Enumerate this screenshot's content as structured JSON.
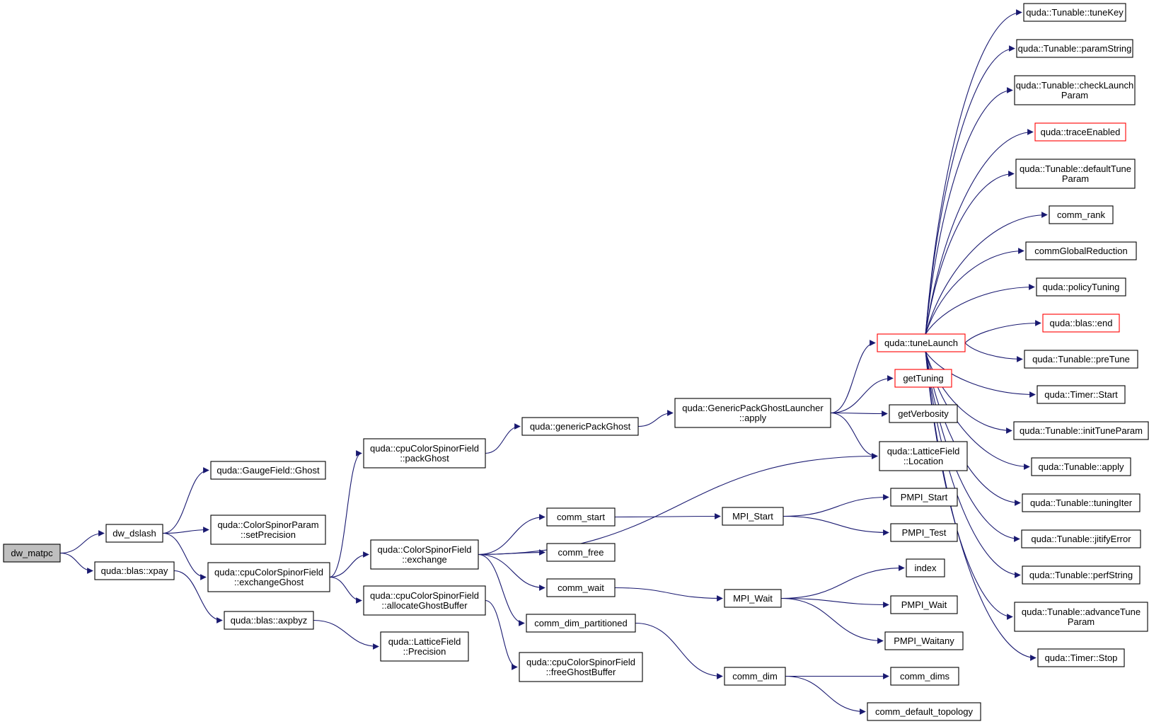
{
  "colors": {
    "edge": "#191970",
    "node_fill": "#ffffff",
    "node_border": "#000000",
    "node_border_truncated": "#ff0000",
    "root_fill": "#bfbfbf"
  },
  "nodes": [
    {
      "id": "dw_matpc",
      "label": [
        "dw_matpc"
      ],
      "style": "root"
    },
    {
      "id": "dw_dslash",
      "label": [
        "dw_dslash"
      ],
      "style": "normal"
    },
    {
      "id": "blas_xpay",
      "label": [
        "quda::blas::xpay"
      ],
      "style": "normal"
    },
    {
      "id": "gaugefield_ghost",
      "label": [
        "quda::GaugeField::Ghost"
      ],
      "style": "normal"
    },
    {
      "id": "colorspinorparam_setprecision",
      "label": [
        "quda::ColorSpinorParam",
        "::setPrecision"
      ],
      "style": "normal"
    },
    {
      "id": "cpu_exchangeghost",
      "label": [
        "quda::cpuColorSpinorField",
        "::exchangeGhost"
      ],
      "style": "normal"
    },
    {
      "id": "blas_axpbyz",
      "label": [
        "quda::blas::axpbyz"
      ],
      "style": "normal"
    },
    {
      "id": "cpu_packghost",
      "label": [
        "quda::cpuColorSpinorField",
        "::packGhost"
      ],
      "style": "normal"
    },
    {
      "id": "csf_exchange",
      "label": [
        "quda::ColorSpinorField",
        "::exchange"
      ],
      "style": "normal"
    },
    {
      "id": "cpu_allocateghostbuffer",
      "label": [
        "quda::cpuColorSpinorField",
        "::allocateGhostBuffer"
      ],
      "style": "normal"
    },
    {
      "id": "latticefield_precision",
      "label": [
        "quda::LatticeField",
        "::Precision"
      ],
      "style": "normal"
    },
    {
      "id": "genericpackghost",
      "label": [
        "quda::genericPackGhost"
      ],
      "style": "normal"
    },
    {
      "id": "comm_start",
      "label": [
        "comm_start"
      ],
      "style": "normal"
    },
    {
      "id": "comm_free",
      "label": [
        "comm_free"
      ],
      "style": "normal"
    },
    {
      "id": "comm_wait",
      "label": [
        "comm_wait"
      ],
      "style": "normal"
    },
    {
      "id": "comm_dim_partitioned",
      "label": [
        "comm_dim_partitioned"
      ],
      "style": "normal"
    },
    {
      "id": "cpu_freeghostbuffer",
      "label": [
        "quda::cpuColorSpinorField",
        "::freeGhostBuffer"
      ],
      "style": "normal"
    },
    {
      "id": "gpgl_apply",
      "label": [
        "quda::GenericPackGhostLauncher",
        "::apply"
      ],
      "style": "normal"
    },
    {
      "id": "mpi_start",
      "label": [
        "MPI_Start"
      ],
      "style": "normal"
    },
    {
      "id": "mpi_wait",
      "label": [
        "MPI_Wait"
      ],
      "style": "normal"
    },
    {
      "id": "comm_dim",
      "label": [
        "comm_dim"
      ],
      "style": "normal"
    },
    {
      "id": "tunelaunch",
      "label": [
        "quda::tuneLaunch"
      ],
      "style": "truncated"
    },
    {
      "id": "gettuning",
      "label": [
        "getTuning"
      ],
      "style": "truncated"
    },
    {
      "id": "getverbosity",
      "label": [
        "getVerbosity"
      ],
      "style": "normal"
    },
    {
      "id": "latticefield_location",
      "label": [
        "quda::LatticeField",
        "::Location"
      ],
      "style": "normal"
    },
    {
      "id": "pmpi_start",
      "label": [
        "PMPI_Start"
      ],
      "style": "normal"
    },
    {
      "id": "pmpi_test",
      "label": [
        "PMPI_Test"
      ],
      "style": "normal"
    },
    {
      "id": "index",
      "label": [
        "index"
      ],
      "style": "normal"
    },
    {
      "id": "pmpi_wait",
      "label": [
        "PMPI_Wait"
      ],
      "style": "normal"
    },
    {
      "id": "pmpi_waitany",
      "label": [
        "PMPI_Waitany"
      ],
      "style": "normal"
    },
    {
      "id": "comm_dims",
      "label": [
        "comm_dims"
      ],
      "style": "normal"
    },
    {
      "id": "comm_default_topology",
      "label": [
        "comm_default_topology"
      ],
      "style": "normal"
    },
    {
      "id": "tunable_tunekey",
      "label": [
        "quda::Tunable::tuneKey"
      ],
      "style": "normal"
    },
    {
      "id": "tunable_paramstring",
      "label": [
        "quda::Tunable::paramString"
      ],
      "style": "normal"
    },
    {
      "id": "tunable_checklaunchparam",
      "label": [
        "quda::Tunable::checkLaunch",
        "Param"
      ],
      "style": "normal"
    },
    {
      "id": "traceenabled",
      "label": [
        "quda::traceEnabled"
      ],
      "style": "truncated"
    },
    {
      "id": "tunable_defaulttuneparam",
      "label": [
        "quda::Tunable::defaultTune",
        "Param"
      ],
      "style": "normal"
    },
    {
      "id": "comm_rank",
      "label": [
        "comm_rank"
      ],
      "style": "normal"
    },
    {
      "id": "commglobalreduction",
      "label": [
        "commGlobalReduction"
      ],
      "style": "normal"
    },
    {
      "id": "policytuning",
      "label": [
        "quda::policyTuning"
      ],
      "style": "normal"
    },
    {
      "id": "blas_end",
      "label": [
        "quda::blas::end"
      ],
      "style": "truncated"
    },
    {
      "id": "tunable_pretune",
      "label": [
        "quda::Tunable::preTune"
      ],
      "style": "normal"
    },
    {
      "id": "timer_start",
      "label": [
        "quda::Timer::Start"
      ],
      "style": "normal"
    },
    {
      "id": "tunable_inittuneparam",
      "label": [
        "quda::Tunable::initTuneParam"
      ],
      "style": "normal"
    },
    {
      "id": "tunable_apply",
      "label": [
        "quda::Tunable::apply"
      ],
      "style": "normal"
    },
    {
      "id": "tunable_tuningiter",
      "label": [
        "quda::Tunable::tuningIter"
      ],
      "style": "normal"
    },
    {
      "id": "tunable_jitifyerror",
      "label": [
        "quda::Tunable::jitifyError"
      ],
      "style": "normal"
    },
    {
      "id": "tunable_perfstring",
      "label": [
        "quda::Tunable::perfString"
      ],
      "style": "normal"
    },
    {
      "id": "tunable_advancetuneparam",
      "label": [
        "quda::Tunable::advanceTune",
        "Param"
      ],
      "style": "normal"
    },
    {
      "id": "timer_stop",
      "label": [
        "quda::Timer::Stop"
      ],
      "style": "normal"
    }
  ],
  "edges": [
    [
      "dw_matpc",
      "dw_dslash"
    ],
    [
      "dw_matpc",
      "blas_xpay"
    ],
    [
      "dw_dslash",
      "gaugefield_ghost"
    ],
    [
      "dw_dslash",
      "colorspinorparam_setprecision"
    ],
    [
      "dw_dslash",
      "cpu_exchangeghost"
    ],
    [
      "blas_xpay",
      "blas_axpbyz"
    ],
    [
      "blas_axpbyz",
      "latticefield_precision"
    ],
    [
      "cpu_exchangeghost",
      "cpu_packghost"
    ],
    [
      "cpu_exchangeghost",
      "csf_exchange"
    ],
    [
      "cpu_exchangeghost",
      "cpu_allocateghostbuffer"
    ],
    [
      "cpu_packghost",
      "genericpackghost"
    ],
    [
      "genericpackghost",
      "gpgl_apply"
    ],
    [
      "gpgl_apply",
      "tunelaunch"
    ],
    [
      "gpgl_apply",
      "gettuning"
    ],
    [
      "gpgl_apply",
      "getverbosity"
    ],
    [
      "gpgl_apply",
      "latticefield_location"
    ],
    [
      "csf_exchange",
      "latticefield_location"
    ],
    [
      "csf_exchange",
      "comm_start"
    ],
    [
      "csf_exchange",
      "comm_free"
    ],
    [
      "csf_exchange",
      "comm_wait"
    ],
    [
      "csf_exchange",
      "comm_dim_partitioned"
    ],
    [
      "cpu_allocateghostbuffer",
      "cpu_freeghostbuffer"
    ],
    [
      "comm_start",
      "mpi_start"
    ],
    [
      "mpi_start",
      "pmpi_start"
    ],
    [
      "mpi_start",
      "pmpi_test"
    ],
    [
      "comm_wait",
      "mpi_wait"
    ],
    [
      "mpi_wait",
      "index"
    ],
    [
      "mpi_wait",
      "pmpi_wait"
    ],
    [
      "mpi_wait",
      "pmpi_waitany"
    ],
    [
      "comm_dim_partitioned",
      "comm_dim"
    ],
    [
      "comm_dim",
      "comm_dims"
    ],
    [
      "comm_dim",
      "comm_default_topology"
    ],
    [
      "tunelaunch",
      "tunable_tunekey"
    ],
    [
      "tunelaunch",
      "tunable_paramstring"
    ],
    [
      "tunelaunch",
      "tunable_checklaunchparam"
    ],
    [
      "tunelaunch",
      "traceenabled"
    ],
    [
      "tunelaunch",
      "tunable_defaulttuneparam"
    ],
    [
      "tunelaunch",
      "comm_rank"
    ],
    [
      "tunelaunch",
      "commglobalreduction"
    ],
    [
      "tunelaunch",
      "policytuning"
    ],
    [
      "tunelaunch",
      "blas_end"
    ],
    [
      "tunelaunch",
      "tunable_pretune"
    ],
    [
      "tunelaunch",
      "timer_start"
    ],
    [
      "tunelaunch",
      "tunable_inittuneparam"
    ],
    [
      "tunelaunch",
      "tunable_apply"
    ],
    [
      "tunelaunch",
      "tunable_tuningiter"
    ],
    [
      "tunelaunch",
      "tunable_jitifyerror"
    ],
    [
      "tunelaunch",
      "tunable_perfstring"
    ],
    [
      "tunelaunch",
      "tunable_advancetuneparam"
    ],
    [
      "tunelaunch",
      "timer_stop"
    ]
  ]
}
